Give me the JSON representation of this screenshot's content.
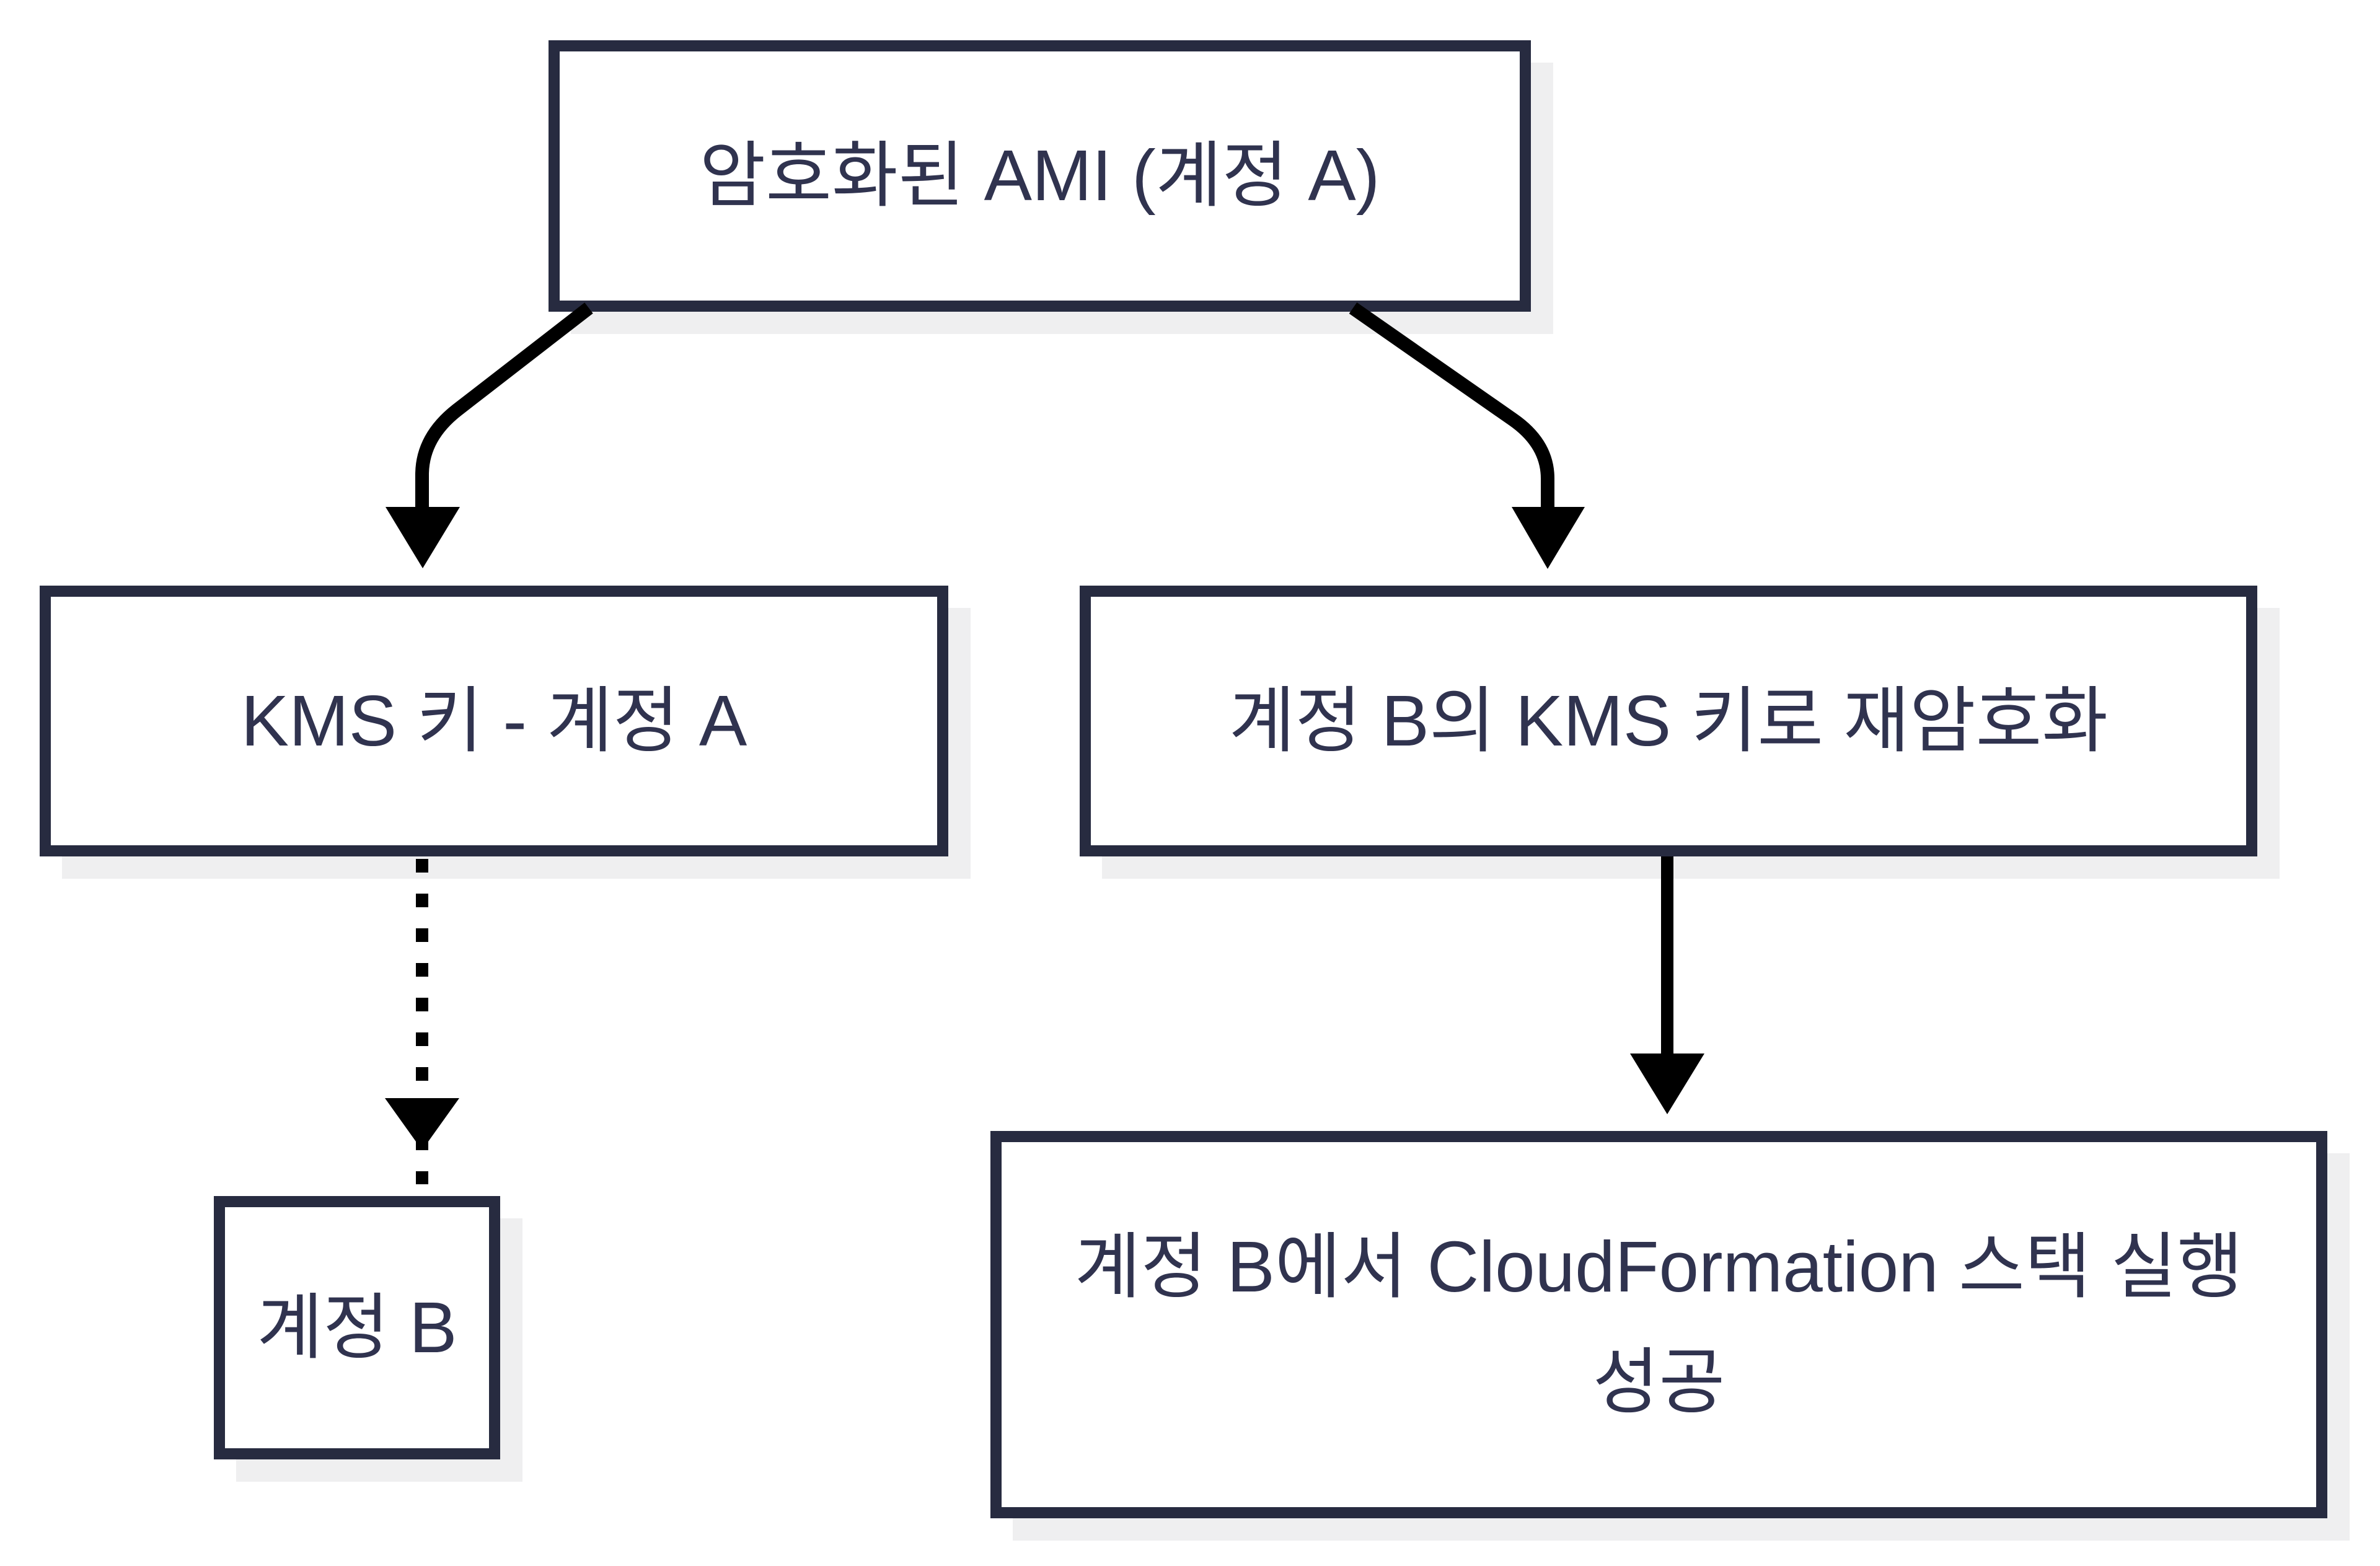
{
  "diagram": {
    "type": "flowchart",
    "nodes": [
      {
        "id": "encrypted-ami",
        "label": "암호화된 AMI (계정 A)"
      },
      {
        "id": "kms-key-account-a",
        "label": "KMS 키 - 계정 A"
      },
      {
        "id": "reencrypt-with-account-b-kms",
        "label": "계정 B의 KMS 키로 재암호화"
      },
      {
        "id": "account-b",
        "label": "계정 B"
      },
      {
        "id": "cloudformation-stack-success",
        "label": "계정 B에서 CloudFormation 스택 실행 성공"
      }
    ],
    "edges": [
      {
        "from": "encrypted-ami",
        "to": "kms-key-account-a",
        "style": "solid-curved-arrow"
      },
      {
        "from": "encrypted-ami",
        "to": "reencrypt-with-account-b-kms",
        "style": "solid-curved-arrow"
      },
      {
        "from": "kms-key-account-a",
        "to": "account-b",
        "style": "dotted-arrow"
      },
      {
        "from": "reencrypt-with-account-b-kms",
        "to": "cloudformation-stack-success",
        "style": "solid-arrow"
      }
    ],
    "colors": {
      "background": "#ffffff",
      "box_border": "#272b40",
      "box_fill": "#ffffff",
      "box_shadow": "#efeff0",
      "text": "#30334f",
      "arrow": "#000000"
    }
  }
}
